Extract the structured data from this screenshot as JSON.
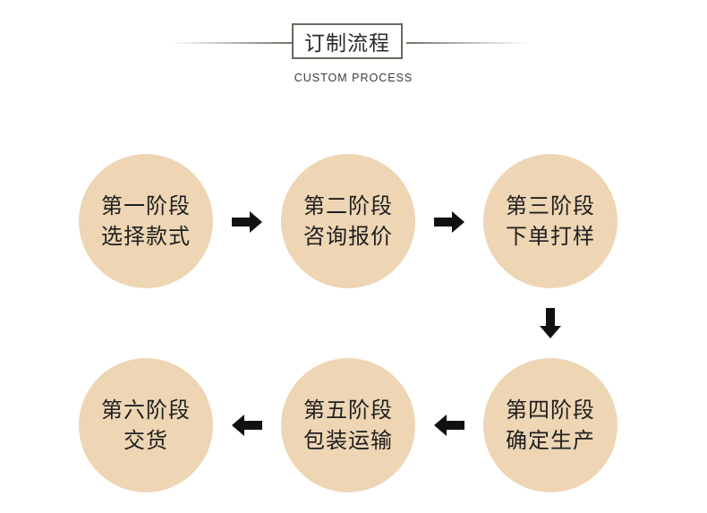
{
  "header": {
    "title": "订制流程",
    "subtitle": "CUSTOM PROCESS"
  },
  "steps": [
    {
      "stage": "第一阶段",
      "desc": "选择款式"
    },
    {
      "stage": "第二阶段",
      "desc": "咨询报价"
    },
    {
      "stage": "第三阶段",
      "desc": "下单打样"
    },
    {
      "stage": "第四阶段",
      "desc": "确定生产"
    },
    {
      "stage": "第五阶段",
      "desc": "包装运输"
    },
    {
      "stage": "第六阶段",
      "desc": "交货"
    }
  ],
  "colors": {
    "circle": "#eed5b4",
    "arrow": "#111111",
    "line": "#7a7067"
  }
}
